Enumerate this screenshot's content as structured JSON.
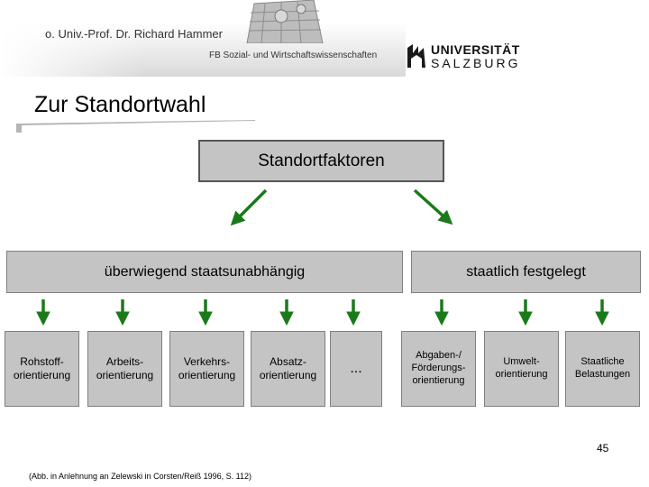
{
  "header": {
    "author": "o. Univ.-Prof. Dr. Richard Hammer",
    "faculty": "FB Sozial- und Wirtschaftswissenschaften",
    "university_name": "UNIVERSITÄT",
    "university_city": "SALZBURG"
  },
  "title": "Zur Standortwahl",
  "diagram": {
    "root": "Standortfaktoren",
    "groups": [
      {
        "label": "überwiegend staatsunabhängig",
        "children": [
          "Rohstoff-\norientierung",
          "Arbeits-\norientierung",
          "Verkehrs-\norientierung",
          "Absatz-\norientierung",
          "..."
        ]
      },
      {
        "label": "staatlich festgelegt",
        "children": [
          "Abgaben-/\nFörderungs-\norientierung",
          "Umwelt-\norientierung",
          "Staatliche\nBelastungen"
        ]
      }
    ]
  },
  "colors": {
    "box_fill": "#c4c4c4",
    "box_border": "#7f7f7f",
    "arrow": "#1a7a1a"
  },
  "page_number": "45",
  "caption": "(Abb. in Anlehnung an Zelewski in Corsten/Reiß 1996, S. 112)"
}
